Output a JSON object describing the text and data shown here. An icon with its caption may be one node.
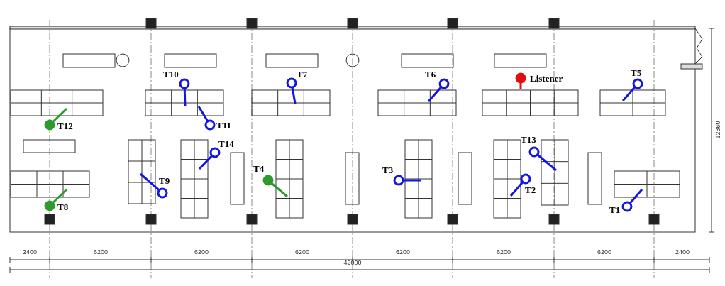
{
  "diagram": {
    "labels": [
      "T10",
      "T7",
      "T6",
      "Listener",
      "T5",
      "T12",
      "T11",
      "T14",
      "T13",
      "T4",
      "T9",
      "T3",
      "T2",
      "T8",
      "T1",
      "2400",
      "6200",
      "6200",
      "6200",
      "6200",
      "6200",
      "6200",
      "2400",
      "42000",
      "12360"
    ]
  }
}
